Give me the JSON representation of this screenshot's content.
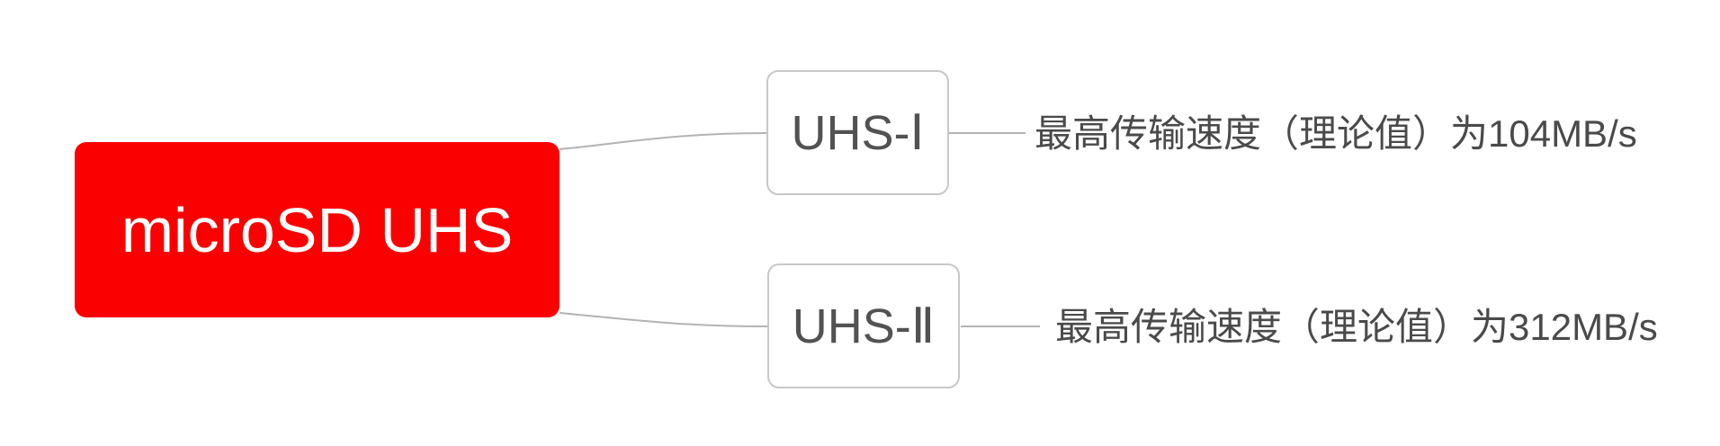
{
  "diagram": {
    "type": "mindmap",
    "root": {
      "label": "microSD UHS"
    },
    "branches": [
      {
        "node_label": "UHS-Ⅰ",
        "annotation": "最高传输速度（理论值）为104MB/s",
        "max_speed": "104MB/s"
      },
      {
        "node_label": "UHS-Ⅱ",
        "annotation": "最高传输速度（理论值）为312MB/s",
        "max_speed": "312MB/s"
      }
    ]
  },
  "style": {
    "canvas_bg": "#ffffff",
    "root_bg": "#fb0000",
    "root_text_color": "#ffffff",
    "node_bg": "#ffffff",
    "node_border": "#c8c8c8",
    "node_text_color": "#525252",
    "connector_color": "#b3b3b3",
    "annotation_text_color": "#4a4a4a"
  }
}
